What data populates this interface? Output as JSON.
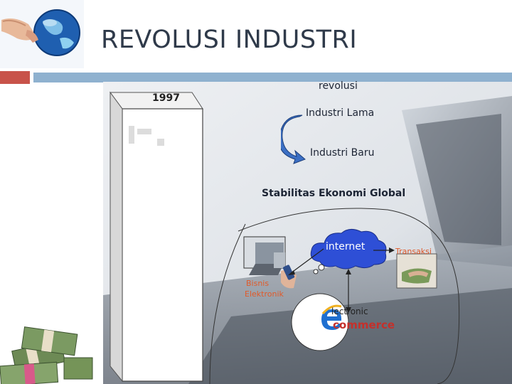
{
  "slide": {
    "title": "REVOLUSI INDUSTRI"
  },
  "diagram": {
    "year_label": "1997",
    "revolusi_label": "revolusi",
    "industri_lama": "Industri Lama",
    "industri_baru": "Industri Baru",
    "stabilitas": "Stabilitas Ekonomi Global",
    "internet": "internet",
    "transaksi": "Transaksi",
    "bisnis_line1": "Bisnis",
    "bisnis_line2": "Elektronik",
    "ecommerce_line1": "lectronic",
    "ecommerce_line2": "commerce"
  },
  "colors": {
    "title": "#2f3a4a",
    "accent_red": "#c8534a",
    "accent_blue": "#8fb1cf",
    "cloud": "#2e4fd6",
    "arrow": "#3b6fc4",
    "label_orange": "#e05a2a"
  },
  "icons": [
    "globe-hand-icon",
    "money-stack-icon",
    "cloud-icon",
    "curved-arrow-icon",
    "ie-logo-icon",
    "laptop-icon",
    "phone-icon",
    "cash-hand-icon"
  ]
}
